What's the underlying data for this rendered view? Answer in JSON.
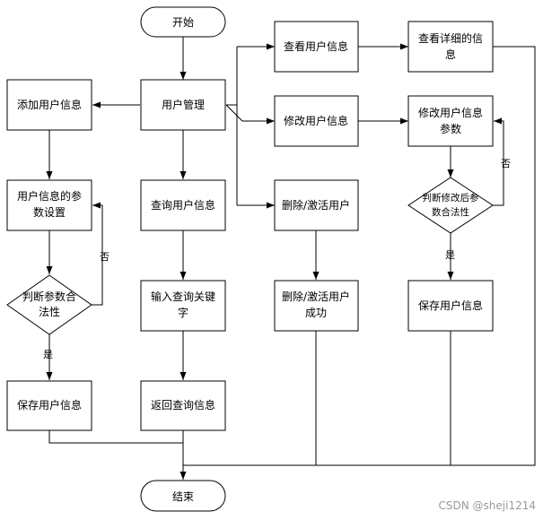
{
  "nodes": {
    "start": "开始",
    "user_mgmt": "用户管理",
    "add_user": "添加用户信息",
    "param_setting_1": "用户信息的参",
    "param_setting_2": "数设置",
    "validate_1": "判断参数合",
    "validate_2": "法性",
    "save_left": "保存用户信息",
    "query_user": "查询用户信息",
    "input_keyword_1": "输入查询关键",
    "input_keyword_2": "字",
    "return_query": "返回查询信息",
    "view_user": "查看用户信息",
    "view_detail_1": "查看详细的信",
    "view_detail_2": "息",
    "modify_user": "修改用户信息",
    "modify_params_1": "修改用户信息",
    "modify_params_2": "参数",
    "validate_mod_1": "判断修改后参",
    "validate_mod_2": "数合法性",
    "delete_activate": "删除/激活用户",
    "delete_success_1": "删除/激活用户",
    "delete_success_2": "成功",
    "save_right": "保存用户信息",
    "end": "结束"
  },
  "edge_labels": {
    "no_left": "否",
    "yes_left": "是",
    "no_right": "否",
    "yes_right": "是"
  },
  "watermark": "CSDN @sheji1214"
}
